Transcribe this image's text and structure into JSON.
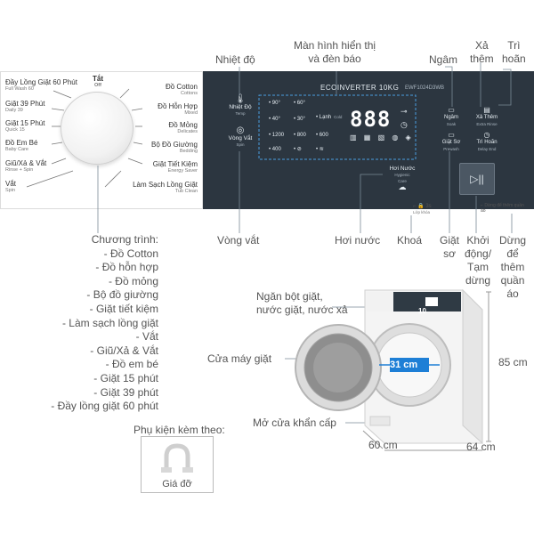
{
  "panel": {
    "program_left": [
      {
        "vi": "Đầy Lồng Giặt 60 Phút",
        "en": "Full Wash 60"
      },
      {
        "vi": "Giặt 39 Phút",
        "en": "Daily 39"
      },
      {
        "vi": "Giặt 15 Phút",
        "en": "Quick 15"
      },
      {
        "vi": "Đồ Em Bé",
        "en": "Baby Care"
      },
      {
        "vi": "Giũ/Xả & Vắt",
        "en": "Rinse + Spin"
      },
      {
        "vi": "Vắt",
        "en": "Spin"
      }
    ],
    "program_right": [
      {
        "vi": "Đồ Cotton",
        "en": "Cottons"
      },
      {
        "vi": "Đồ Hỗn Hợp",
        "en": "Mixed"
      },
      {
        "vi": "Đồ Mỏng",
        "en": "Delicates"
      },
      {
        "vi": "Bộ Đồ Giường",
        "en": "Bedding"
      },
      {
        "vi": "Giặt Tiết Kiệm",
        "en": "Energy Saver"
      },
      {
        "vi": "Làm Sạch Lồng Giặt",
        "en": "Tub Clean"
      }
    ],
    "off_label": "Tắt",
    "off_sub": "Off",
    "temp_label": "Nhiệt Độ",
    "temp_sub": "Temp",
    "spin_label": "Vòng Vắt",
    "spin_sub": "Spin",
    "temps": [
      "90°",
      "60°",
      "40°",
      "30°",
      "Lạnh"
    ],
    "temp_cold_sub": "Cold",
    "spins": [
      "1200",
      "800",
      "600",
      "400"
    ],
    "brand": "ECOINVERTER 10KG",
    "model": "EWF1024D3WB",
    "display_digits": "888",
    "soak_label": "Ngâm",
    "soak_sub": "Soak",
    "rinse_label": "Xả Thêm",
    "rinse_sub": "Extra Rinse",
    "prewash_label": "Giặt Sơ",
    "prewash_sub": "Prewash",
    "delay_label": "Trì Hoãn",
    "delay_sub": "Delay End",
    "steam_label": "Hơi Nước",
    "steam_sub1": "Hygienic",
    "steam_sub2": "Care",
    "lock_note": "3s",
    "lock_sub": "Lớp khóa",
    "addcloth_note": "Dừng để thêm quần áo"
  },
  "annotations": {
    "temp": "Nhiệt độ",
    "display": "Màn hình hiển thị\nvà đèn báo",
    "soak": "Ngâm",
    "extra_rinse": "Xả\nthêm",
    "delay": "Trì\nhoãn",
    "spin": "Vòng vắt",
    "steam": "Hơi nước",
    "lock": "Khoá",
    "prewash": "Giặt\nsơ",
    "start": "Khởi\nđộng/\nTạm\ndừng",
    "add_clothes": "Dừng\nđể\nthêm\nquần\náo",
    "detergent": "Ngăn bột giặt,\nnước giặt, nước xả",
    "door": "Cửa máy giặt",
    "emergency": "Mở cửa khẩn cấp"
  },
  "programs_title": "Chương trình:",
  "programs": [
    "- Đồ Cotton",
    "- Đồ hỗn hợp",
    "- Đồ mỏng",
    "- Bộ đồ giường",
    "- Giặt tiết kiệm",
    "- Làm sạch lồng giặt",
    "- Vắt",
    "- Giũ/Xả & Vắt",
    "- Đồ em bé",
    "- Giặt 15 phút",
    "- Giặt 39 phút",
    "- Đầy lồng giặt 60 phút"
  ],
  "accessories": {
    "title": "Phụ kiện kèm theo:",
    "item": "Giá đỡ"
  },
  "dimensions": {
    "door": "31 cm",
    "height": "85 cm",
    "width": "60 cm",
    "depth": "64 cm"
  },
  "washer_display": "10",
  "colors": {
    "panel_dark": "#2c3640",
    "accent_blue": "#1e7fd6",
    "text_gray": "#555555"
  }
}
